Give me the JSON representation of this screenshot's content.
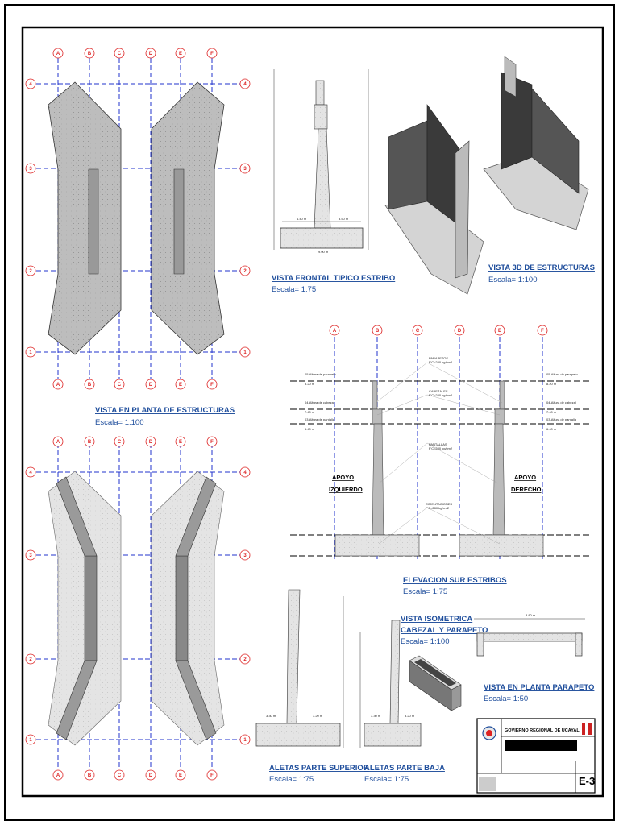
{
  "views": {
    "plan": {
      "title": "VISTA EN PLANTA DE ESTRUCTURAS",
      "scale": "Escala= 1:100"
    },
    "frontal": {
      "title": "VISTA FRONTAL TIPICO  ESTRIBO",
      "scale": "Escala= 1:75"
    },
    "view3d": {
      "title": "VISTA 3D DE ESTRUCTURAS",
      "scale": "Escala= 1:100"
    },
    "elevation": {
      "title": "ELEVACION SUR ESTRIBOS",
      "scale": "Escala= 1:75"
    },
    "aletas_sup": {
      "title": "ALETAS PARTE SUPERIOR",
      "scale": "Escala= 1:75"
    },
    "aletas_baja": {
      "title": "ALETAS PARTE BAJA",
      "scale": "Escala= 1:75"
    },
    "isometrica": {
      "title_line1": "VISTA ISOMETRICA",
      "title_line2": "CABEZAL Y PARAPETO",
      "scale": "Escala= 1:100"
    },
    "parapeto": {
      "title": "VISTA EN PLANTA PARAPETO",
      "scale": "Escala= 1:50"
    }
  },
  "grid": {
    "cols": [
      "A",
      "B",
      "C",
      "D",
      "E",
      "F"
    ],
    "rows": [
      "4",
      "3",
      "2",
      "1"
    ]
  },
  "elevation_labels": {
    "apoyo_izq_1": "APOYO",
    "apoyo_izq_2": "IZQUIERDO",
    "apoyo_der_1": "APOYO",
    "apoyo_der_2": "DERECHO",
    "parapetos": "PARAPETOS",
    "cabezales": "CABEZALES",
    "pantallas": "PANTALLAS",
    "cimentaciones": "CIMENTACIONES",
    "concrete": "F'C=280 kg/cm2",
    "lvl_parapeto": "05-Altura de parapeto",
    "lvl_parapeto_val": "8.20 m",
    "lvl_cabezal": "04-Altura de cabezal",
    "lvl_cabezal_val": "7.40 m",
    "lvl_pantalla": "03-Altura de pantalla",
    "lvl_pantalla_val": "6.40 m"
  },
  "title_block": {
    "org": "GOVIERNO REGIONAL DE UCAYALI",
    "sheet": "E-3"
  },
  "colors": {
    "blue_title": "#1f4e9c",
    "grid_blue": "#2233cc",
    "grid_red": "#d22222",
    "concrete": "#b9b9b9"
  }
}
